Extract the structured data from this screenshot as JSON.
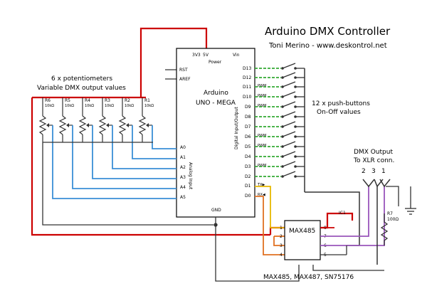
{
  "title": "Arduino DMX Controller",
  "author": "Toni Merino - www.deskontrol.net",
  "pots": {
    "heading1": "6 x potentiometers",
    "heading2": "Variable DMX output values",
    "items": [
      {
        "ref": "R6",
        "val": "10kΩ"
      },
      {
        "ref": "R5",
        "val": "10kΩ"
      },
      {
        "ref": "R4",
        "val": "10kΩ"
      },
      {
        "ref": "R3",
        "val": "10kΩ"
      },
      {
        "ref": "R2",
        "val": "10kΩ"
      },
      {
        "ref": "R1",
        "val": "10kΩ"
      }
    ]
  },
  "buttons": {
    "heading1": "12 x push-buttons",
    "heading2": "On-Off values"
  },
  "arduino": {
    "name1": "Arduino",
    "name2": "UNO - MEGA",
    "power": "Power",
    "top_pins": [
      "3V3",
      "5V",
      "Vin"
    ],
    "left_pins": [
      "RST",
      "AREF"
    ],
    "analog_label": "Analog Input",
    "analog_pins": [
      "A0",
      "A1",
      "A2",
      "A3",
      "A4",
      "A5"
    ],
    "digital_label": "Digital Input/Output",
    "digital_pins": [
      "D13",
      "D12",
      "D11",
      "D10",
      "D9",
      "D8",
      "D7",
      "D6",
      "D5",
      "D4",
      "D3",
      "D2",
      "D1",
      "D0"
    ],
    "pwm": "PWM",
    "tx": "TX▶",
    "rx": "RX◀",
    "gnd": "GND"
  },
  "max485": {
    "name": "MAX485",
    "ref": "IC1",
    "pins_left": [
      "1",
      "2",
      "3",
      "4"
    ],
    "pins_right": [
      "8",
      "7",
      "6",
      "5"
    ],
    "footer": "MAX485, MAX487, SN75176"
  },
  "dmx": {
    "heading1": "DMX Output",
    "heading2": "To XLR conn.",
    "pins": [
      "2",
      "3",
      "1"
    ],
    "resistor_ref": "R7",
    "resistor_val": "100Ω"
  },
  "colors": {
    "power": "#cc0000",
    "analog": "#3a8fd6",
    "button": "#33aa33",
    "tx": "#e6b800",
    "rx": "#e07020",
    "dmx": "#9955bb",
    "ground": "#333333"
  }
}
